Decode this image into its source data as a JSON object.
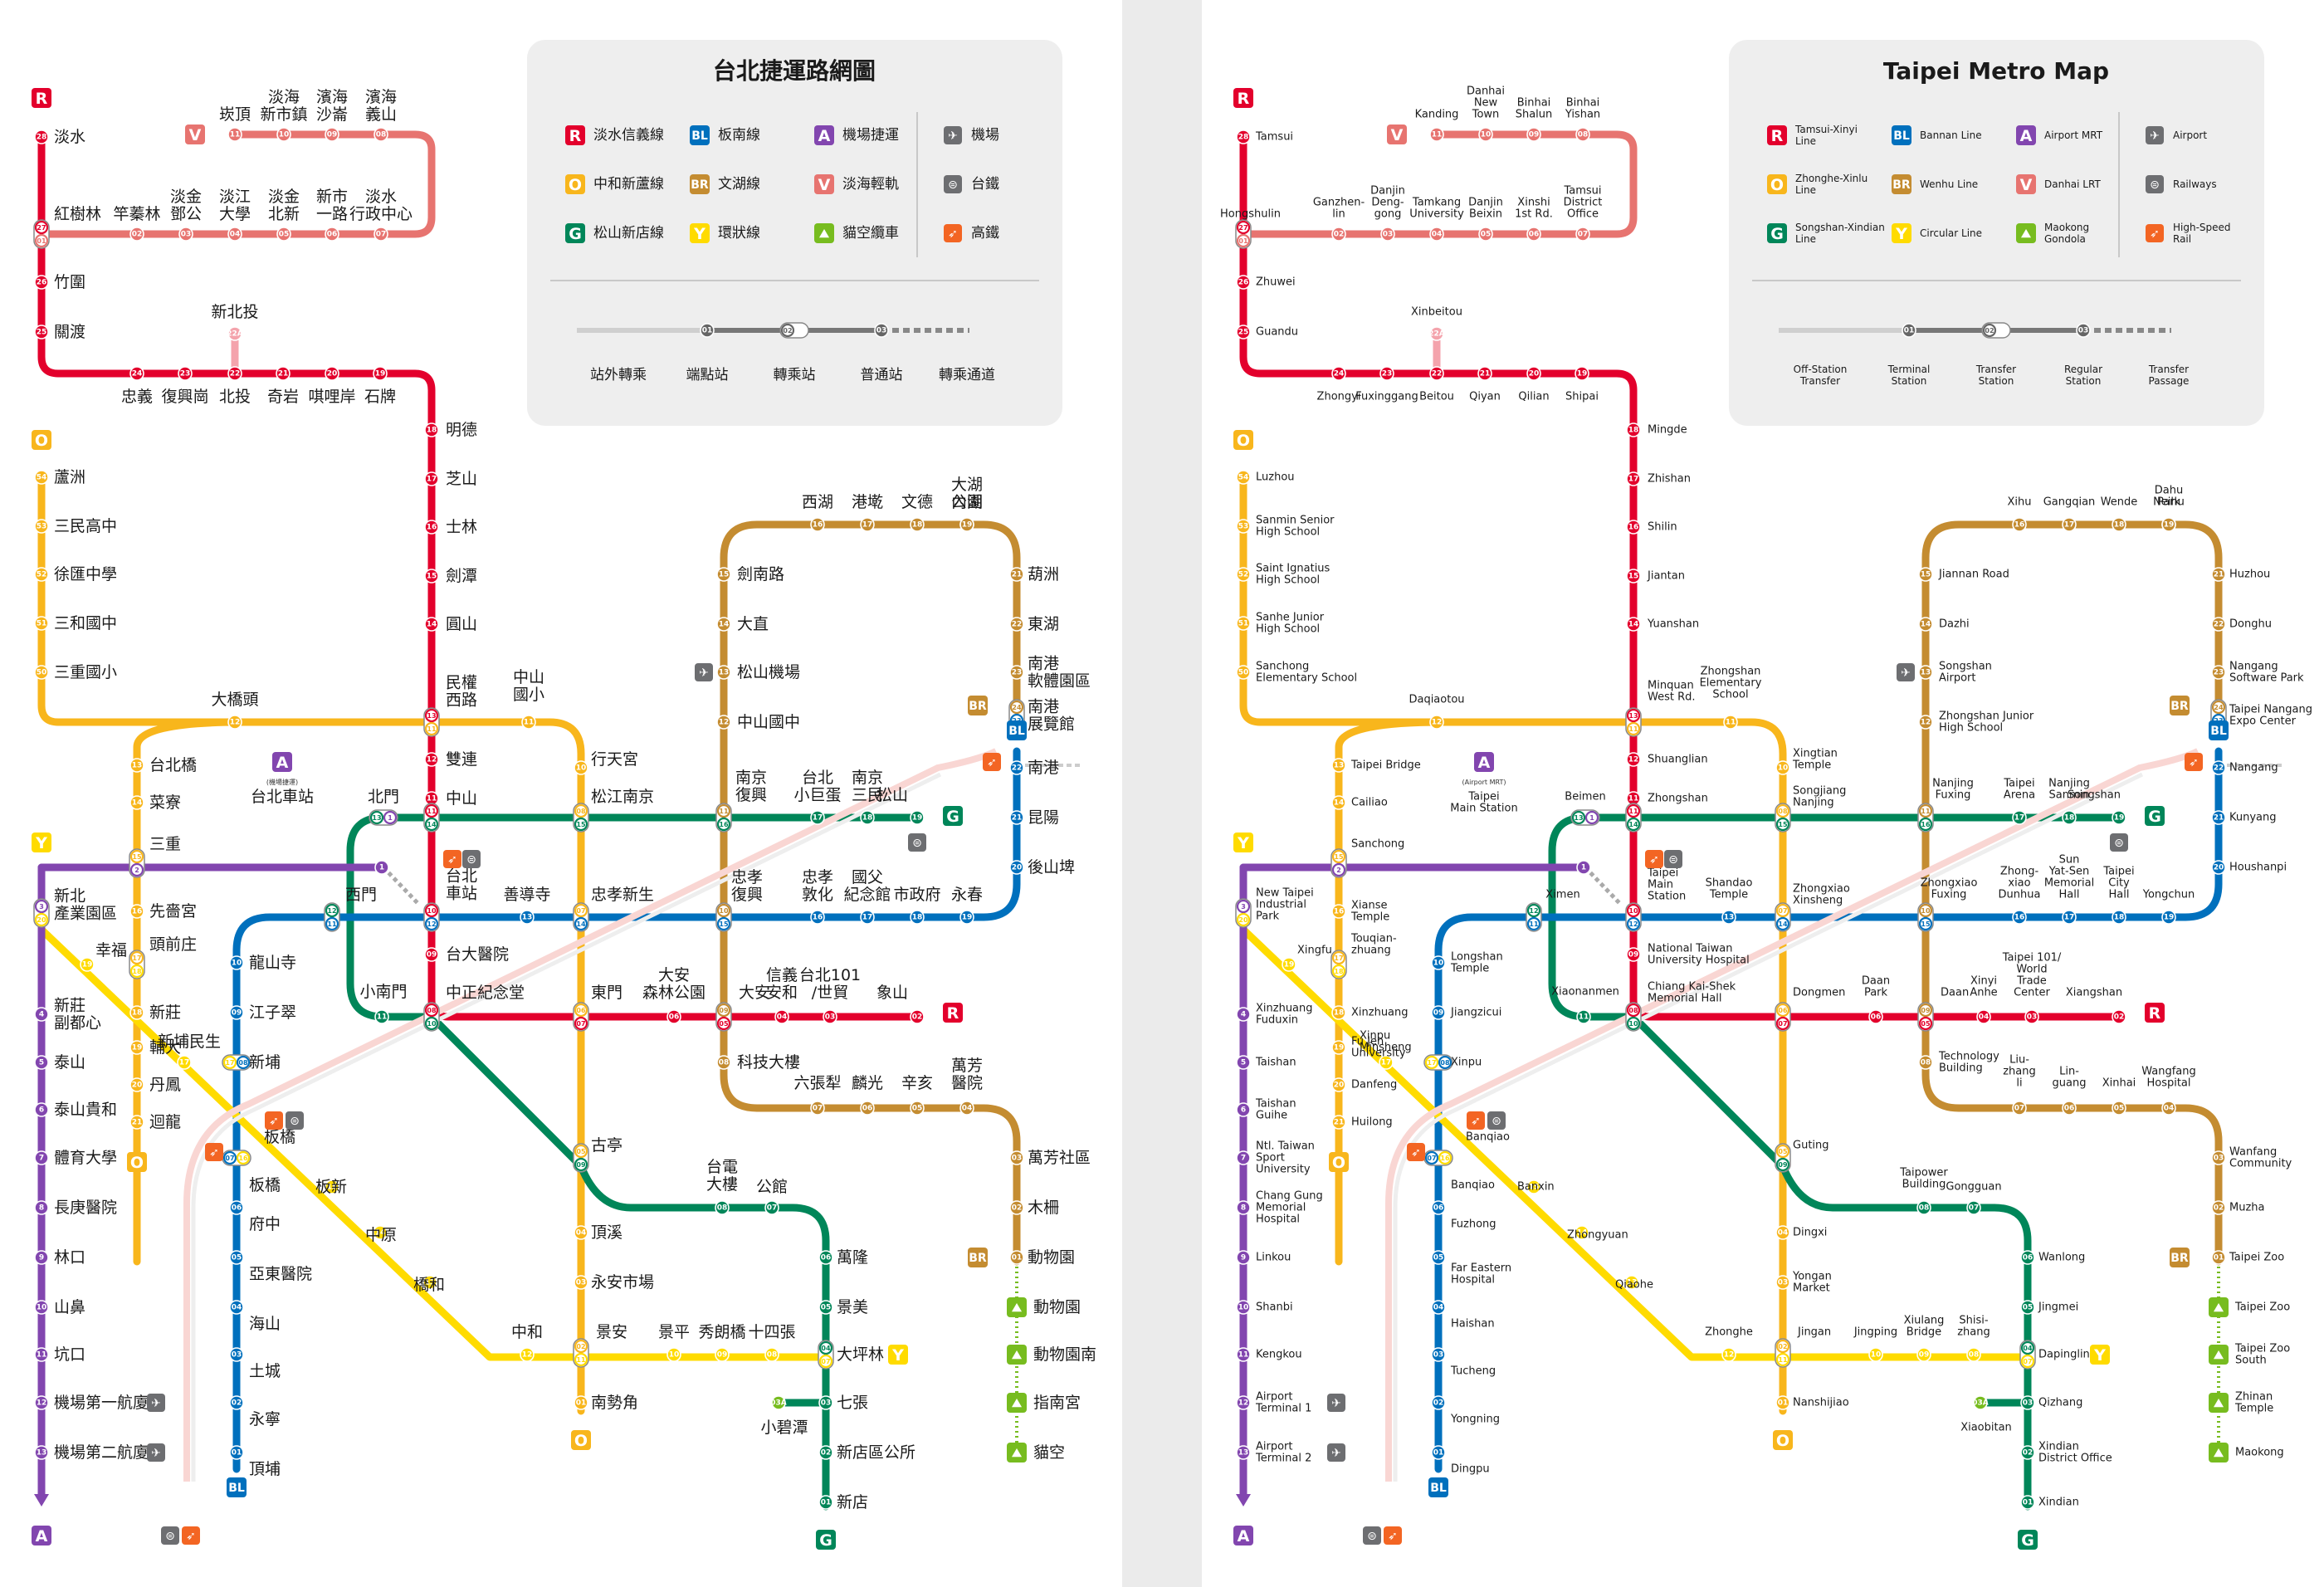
{
  "colors": {
    "R": "#e3002c",
    "O": "#f8b61c",
    "G": "#008659",
    "BL": "#0070bd",
    "BR": "#c48c31",
    "Y": "#ffdb00",
    "A": "#8246af",
    "V": "#e77470",
    "airport": "#6d6e71",
    "rail": "#6d6e71",
    "hsr": "#f36523",
    "gondola": "#77bc1f"
  },
  "zh": {
    "title": "台北捷運路網圖",
    "legend": {
      "lines": [
        {
          "code": "R",
          "label": "淡水信義線"
        },
        {
          "code": "BL",
          "label": "板南線"
        },
        {
          "code": "A",
          "label": "機場捷運"
        },
        {
          "code": "O",
          "label": "中和新蘆線"
        },
        {
          "code": "BR",
          "label": "文湖線"
        },
        {
          "code": "V",
          "label": "淡海輕軌"
        },
        {
          "code": "G",
          "label": "松山新店線"
        },
        {
          "code": "Y",
          "label": "環狀線"
        },
        {
          "code": "GD",
          "label": "貓空纜車"
        }
      ],
      "others": [
        {
          "icon": "airport-icon",
          "label": "機場"
        },
        {
          "icon": "railway-icon",
          "label": "台鐵"
        },
        {
          "icon": "hsr-icon",
          "label": "高鐵"
        }
      ],
      "types": [
        {
          "key": "offstation",
          "label": "站外轉乘"
        },
        {
          "key": "terminal",
          "label": "端點站"
        },
        {
          "key": "transfer",
          "label": "轉乘站"
        },
        {
          "key": "regular",
          "label": "普通站"
        },
        {
          "key": "passage",
          "label": "轉乘通道"
        }
      ],
      "sample_codes": [
        "01",
        "02",
        "03"
      ]
    },
    "stations": {
      "R28": "淡水",
      "R27": "紅樹林",
      "R26": "竹圍",
      "R25": "關渡",
      "R24": "忠義",
      "R23": "復興崗",
      "R22": "北投",
      "R22A": "新北投",
      "R21": "奇岩",
      "R20": "唭哩岸",
      "R19": "石牌",
      "R18": "明德",
      "R17": "芝山",
      "R16": "士林",
      "R15": "劍潭",
      "R14": "圓山",
      "R13": "民權\n西路",
      "R12": "雙連",
      "R11": "中山",
      "R10": "台北\n車站",
      "R09": "台大醫院",
      "R08": "中正紀念堂",
      "R07": "東門",
      "R06": "大安\n森林公園",
      "R05": "大安",
      "R04": "信義\n安和",
      "R03": "台北101\n/世貿",
      "R02": "象山",
      "V01": "紅樹林",
      "V02": "竿蓁林",
      "V03": "淡金\n鄧公",
      "V04": "淡江\n大學",
      "V05": "淡金\n北新",
      "V06": "新市\n一路",
      "V07": "淡水\n行政中心",
      "V08": "濱海\n義山",
      "V09": "濱海\n沙崙",
      "V10": "淡海\n新市鎮",
      "V11": "崁頂",
      "O54": "蘆洲",
      "O53": "三民高中",
      "O52": "徐匯中學",
      "O51": "三和國中",
      "O50": "三重國小",
      "O12": "大橋頭",
      "O13": "台北橋",
      "O14": "菜寮",
      "O15": "三重",
      "O16": "先嗇宮",
      "O17": "頭前庄",
      "O18": "新莊",
      "O19": "輔大",
      "O20": "丹鳳",
      "O21": "迴龍",
      "O11": "中山\n國小",
      "O10": "行天宮",
      "O08": "松江南京",
      "O07": "忠孝新生",
      "O06": "東門",
      "O05": "古亭",
      "O04": "頂溪",
      "O03": "永安市場",
      "O02": "景安",
      "O01": "南勢角",
      "G19": "松山",
      "G18": "南京\n三民",
      "G17": "台北\n小巨蛋",
      "G16": "南京\n復興",
      "G13": "北門",
      "G12": "西門",
      "G11": "小南門",
      "G09": "古亭",
      "G08": "台電\n大樓",
      "G07": "公館",
      "G06": "萬隆",
      "G05": "景美",
      "G04": "大坪林",
      "G03": "七張",
      "G03A": "小碧潭",
      "G02": "新店區公所",
      "G01": "新店",
      "BL23": "南港\n展覽館",
      "BL22": "南港",
      "BL21": "昆陽",
      "BL20": "後山埤",
      "BL19": "永春",
      "BL18": "市政府",
      "BL17": "國父\n紀念館",
      "BL16": "忠孝\n敦化",
      "BL15": "忠孝\n復興",
      "BL13": "善導寺",
      "BL11": "西門",
      "BL10": "龍山寺",
      "BL09": "江子翠",
      "BL08": "新埔",
      "BL07": "板橋",
      "BL06": "府中",
      "BL05": "亞東醫院",
      "BL04": "海山",
      "BL03": "土城",
      "BL02": "永寧",
      "BL01": "頂埔",
      "BR24": "南港\n展覽館",
      "BR23": "南港\n軟體園區",
      "BR22": "東湖",
      "BR21": "葫洲",
      "BR20": "大湖\n公園",
      "BR19": "內湖",
      "BR18": "文德",
      "BR17": "港墘",
      "BR16": "西湖",
      "BR15": "劍南路",
      "BR14": "大直",
      "BR13": "松山機場",
      "BR12": "中山國中",
      "BR09": "科技大樓",
      "BR07": "六張犁",
      "BR06": "麟光",
      "BR05": "辛亥",
      "BR04": "萬芳\n醫院",
      "BR03": "萬芳社區",
      "BR02": "木柵",
      "BR01": "動物園",
      "Y20": "新北\n產業園區",
      "Y19": "幸福",
      "Y18": "頭前庄",
      "Y17": "新埔民生",
      "Y16": "板橋",
      "Y15": "板新",
      "Y14": "中原",
      "Y13": "橋和",
      "Y12": "中和",
      "Y10": "景平",
      "Y09": "秀朗橋",
      "Y08": "十四張",
      "A1": "台北車站",
      "A1sub": "(機場捷運)",
      "A4": "新莊\n副都心",
      "A5": "泰山",
      "A6": "泰山貴和",
      "A7": "體育大學",
      "A8": "長庚醫院",
      "A9": "林口",
      "A10": "山鼻",
      "A11": "坑口",
      "A12": "機場第一航廈",
      "A13": "機場第二航廈",
      "K1": "動物園",
      "K2": "動物園南",
      "K3": "指南宮",
      "K4": "貓空"
    }
  },
  "en": {
    "title": "Taipei Metro Map",
    "legend": {
      "lines": [
        {
          "code": "R",
          "label": "Tamsui-Xinyi\nLine"
        },
        {
          "code": "BL",
          "label": "Bannan Line"
        },
        {
          "code": "A",
          "label": "Airport MRT"
        },
        {
          "code": "O",
          "label": "Zhonghe-Xinlu\nLine"
        },
        {
          "code": "BR",
          "label": "Wenhu Line"
        },
        {
          "code": "V",
          "label": "Danhai LRT"
        },
        {
          "code": "G",
          "label": "Songshan-Xindian\nLine"
        },
        {
          "code": "Y",
          "label": "Circular Line"
        },
        {
          "code": "GD",
          "label": "Maokong\nGondola"
        }
      ],
      "others": [
        {
          "icon": "airport-icon",
          "label": "Airport"
        },
        {
          "icon": "railway-icon",
          "label": "Railways"
        },
        {
          "icon": "hsr-icon",
          "label": "High-Speed\nRail"
        }
      ],
      "types": [
        {
          "key": "offstation",
          "label": "Off-Station\nTransfer"
        },
        {
          "key": "terminal",
          "label": "Terminal\nStation"
        },
        {
          "key": "transfer",
          "label": "Transfer\nStation"
        },
        {
          "key": "regular",
          "label": "Regular\nStation"
        },
        {
          "key": "passage",
          "label": "Transfer\nPassage"
        }
      ],
      "sample_codes": [
        "01",
        "02",
        "03"
      ]
    },
    "stations": {
      "R28": "Tamsui",
      "R27": "Hongshulin",
      "R26": "Zhuwei",
      "R25": "Guandu",
      "R24": "Zhongyi",
      "R23": "Fuxinggang",
      "R22": "Beitou",
      "R22A": "Xinbeitou",
      "R21": "Qiyan",
      "R20": "Qilian",
      "R19": "Shipai",
      "R18": "Mingde",
      "R17": "Zhishan",
      "R16": "Shilin",
      "R15": "Jiantan",
      "R14": "Yuanshan",
      "R13": "Minquan\nWest Rd.",
      "R12": "Shuanglian",
      "R11": "Zhongshan",
      "R10": "Taipei\nMain\nStation",
      "R09": "National Taiwan\nUniversity Hospital",
      "R08": "Chiang Kai-Shek\nMemorial Hall",
      "R07": "Dongmen",
      "R06": "Daan\nPark",
      "R05": "Daan",
      "R04": "Xinyi\nAnhe",
      "R03": "Taipei 101/\nWorld\nTrade\nCenter",
      "R02": "Xiangshan",
      "V01": "Hongshulin",
      "V02": "Ganzhen-\nlin",
      "V03": "Danjin\nDeng-\ngong",
      "V04": "Tamkang\nUniversity",
      "V05": "Danjin\nBeixin",
      "V06": "Xinshi\n1st Rd.",
      "V07": "Tamsui\nDistrict\nOffice",
      "V08": "Binhai\nYishan",
      "V09": "Binhai\nShalun",
      "V10": "Danhai\nNew\nTown",
      "V11": "Kanding",
      "O54": "Luzhou",
      "O53": "Sanmin Senior\nHigh School",
      "O52": "Saint Ignatius\nHigh School",
      "O51": "Sanhe Junior\nHigh School",
      "O50": "Sanchong\nElementary School",
      "O12": "Daqiaotou",
      "O13": "Taipei Bridge",
      "O14": "Cailiao",
      "O15": "Sanchong",
      "O16": "Xianse\nTemple",
      "O17": "Touqian-\nzhuang",
      "O18": "Xinzhuang",
      "O19": "Fu Jen\nUniversity",
      "O20": "Danfeng",
      "O21": "Huilong",
      "O11": "Zhongshan\nElementary\nSchool",
      "O10": "Xingtian\nTemple",
      "O08": "Songjiang\nNanjing",
      "O07": "Zhongxiao\nXinsheng",
      "O06": "Dongmen",
      "O05": "Guting",
      "O04": "Dingxi",
      "O03": "Yongan\nMarket",
      "O02": "Jingan",
      "O01": "Nanshijiao",
      "G19": "Songshan",
      "G18": "Nanjing\nSanmin",
      "G17": "Taipei\nArena",
      "G16": "Nanjing\nFuxing",
      "G13": "Beimen",
      "G12": "Ximen",
      "G11": "Xiaonanmen",
      "G09": "Guting",
      "G08": "Taipower\nBuilding",
      "G07": "Gongguan",
      "G06": "Wanlong",
      "G05": "Jingmei",
      "G04": "Dapinglin",
      "G03": "Qizhang",
      "G03A": "Xiaobitan",
      "G02": "Xindian\nDistrict Office",
      "G01": "Xindian",
      "BL23": "Taipei Nangang\nExpo Center",
      "BL22": "Nangang",
      "BL21": "Kunyang",
      "BL20": "Houshanpi",
      "BL19": "Yongchun",
      "BL18": "Taipei\nCity\nHall",
      "BL17": "Sun\nYat-Sen\nMemorial\nHall",
      "BL16": "Zhong-\nxiao\nDunhua",
      "BL15": "Zhongxiao\nFuxing",
      "BL13": "Shandao\nTemple",
      "BL11": "Ximen",
      "BL10": "Longshan\nTemple",
      "BL09": "Jiangzicui",
      "BL08": "Xinpu",
      "BL07": "Banqiao",
      "BL06": "Fuzhong",
      "BL05": "Far Eastern\nHospital",
      "BL04": "Haishan",
      "BL03": "Tucheng",
      "BL02": "Yongning",
      "BL01": "Dingpu",
      "BR24": "Taipei Nangang\nExpo Center",
      "BR23": "Nangang\nSoftware Park",
      "BR22": "Donghu",
      "BR21": "Huzhou",
      "BR20": "Dahu\nPark",
      "BR19": "Neihu",
      "BR18": "Wende",
      "BR17": "Gangqian",
      "BR16": "Xihu",
      "BR15": "Jiannan Road",
      "BR14": "Dazhi",
      "BR13": "Songshan\nAirport",
      "BR12": "Zhongshan Junior\nHigh School",
      "BR09": "Technology\nBuilding",
      "BR07": "Liu-\nzhang\nli",
      "BR06": "Lin-\nguang",
      "BR05": "Xinhai",
      "BR04": "Wangfang\nHospital",
      "BR03": "Wanfang\nCommunity",
      "BR02": "Muzha",
      "BR01": "Taipei Zoo",
      "Y20": "New Taipei\nIndustrial\nPark",
      "Y19": "Xingfu",
      "Y18": "Touqian-\nzhuang",
      "Y17": "Xinpu\nMinsheng",
      "Y16": "Banqiao",
      "Y15": "Banxin",
      "Y14": "Zhongyuan",
      "Y13": "Qiaohe",
      "Y12": "Zhonghe",
      "Y10": "Jingping",
      "Y09": "Xiulang\nBridge",
      "Y08": "Shisi-\nzhang",
      "A1": "Taipei\nMain Station",
      "A1sub": "(Airport MRT)",
      "A4": "Xinzhuang\nFuduxin",
      "A5": "Taishan",
      "A6": "Taishan\nGuihe",
      "A7": "Ntl. Taiwan\nSport\nUniversity",
      "A8": "Chang Gung\nMemorial\nHospital",
      "A9": "Linkou",
      "A10": "Shanbi",
      "A11": "Kengkou",
      "A12": "Airport\nTerminal 1",
      "A13": "Airport\nTerminal 2",
      "K1": "Taipei Zoo",
      "K2": "Taipei Zoo\nSouth",
      "K3": "Zhinan\nTemple",
      "K4": "Maokong"
    }
  }
}
